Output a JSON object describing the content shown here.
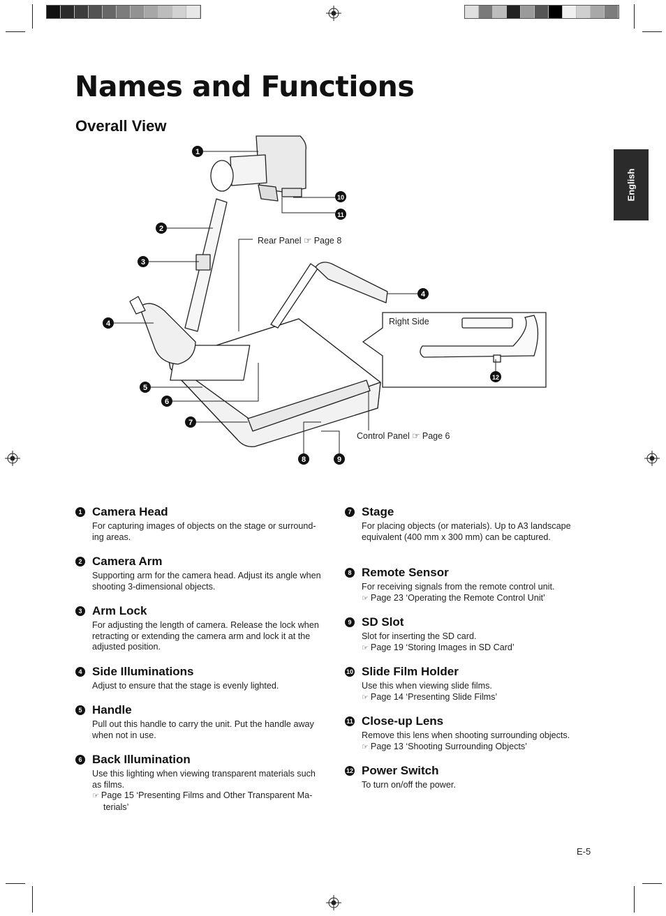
{
  "colors": {
    "accent": "#111111",
    "tab_bg": "#2b2b2b",
    "left_bar": [
      "#111111",
      "#2a2a2a",
      "#3d3d3d",
      "#525252",
      "#676767",
      "#7c7c7c",
      "#929292",
      "#a7a7a7",
      "#bcbcbc",
      "#d2d2d2",
      "#e7e7e7",
      "#ffffff"
    ],
    "right_bar": [
      "#e0e0e0",
      "#7a7a7a",
      "#bdbdbd",
      "#222222",
      "#9a9a9a",
      "#555555",
      "#000000",
      "#f0f0f0",
      "#cfcfcf",
      "#a8a8a8",
      "#7d7d7d"
    ]
  },
  "page": {
    "title": "Names and Functions",
    "subtitle": "Overall View",
    "language_tab": "English",
    "page_number": "E-5"
  },
  "diagram": {
    "rear_panel_label": "Rear Panel ☞ Page 8",
    "right_side_label": "Right Side",
    "control_panel_label": "Control Panel ☞ Page 6",
    "markers": [
      "1",
      "2",
      "3",
      "4",
      "4",
      "5",
      "6",
      "7",
      "8",
      "9",
      "10",
      "11",
      "12"
    ],
    "marker_icon": "numbered-circle-icon",
    "pointer_icon": "pointing-hand-icon"
  },
  "items": [
    {
      "num": "1",
      "name": "Camera Head",
      "desc": "For capturing images of objects on the stage or surround-ing areas.",
      "ref": ""
    },
    {
      "num": "2",
      "name": "Camera Arm",
      "desc": "Supporting arm for the camera head. Adjust its angle when shooting 3-dimensional objects.",
      "ref": ""
    },
    {
      "num": "3",
      "name": "Arm Lock",
      "desc": "For adjusting the length of camera. Release the lock when retracting or extending the camera arm and lock it at the adjusted position.",
      "ref": ""
    },
    {
      "num": "4",
      "name": "Side Illuminations",
      "desc": "Adjust to ensure that the stage is evenly lighted.",
      "ref": ""
    },
    {
      "num": "5",
      "name": "Handle",
      "desc": "Pull out this handle to carry the unit. Put the handle away when not in use.",
      "ref": ""
    },
    {
      "num": "6",
      "name": "Back Illumination",
      "desc": "Use this lighting when viewing transparent materials such as films.",
      "ref": "Page 15 ‘Presenting Films and Other Transparent Ma-terials’"
    },
    {
      "num": "7",
      "name": "Stage",
      "desc": "For placing objects (or materials). Up to A3 landscape equivalent (400 mm x 300 mm) can be captured.",
      "ref": ""
    },
    {
      "num": "8",
      "name": "Remote Sensor",
      "desc": "For receiving signals from the remote control unit.",
      "ref": "Page 23 ‘Operating the Remote Control Unit’"
    },
    {
      "num": "9",
      "name": "SD Slot",
      "desc": "Slot for inserting the SD card.",
      "ref": "Page 19 ‘Storing Images in SD Card’"
    },
    {
      "num": "10",
      "name": "Slide Film Holder",
      "desc": "Use this when viewing slide films.",
      "ref": "Page 14 ‘Presenting Slide Films’"
    },
    {
      "num": "11",
      "name": "Close-up Lens",
      "desc": "Remove this lens when shooting surrounding objects.",
      "ref": "Page 13 ‘Shooting Surrounding Objects’"
    },
    {
      "num": "12",
      "name": "Power Switch",
      "desc": "To turn on/off the power.",
      "ref": ""
    }
  ]
}
